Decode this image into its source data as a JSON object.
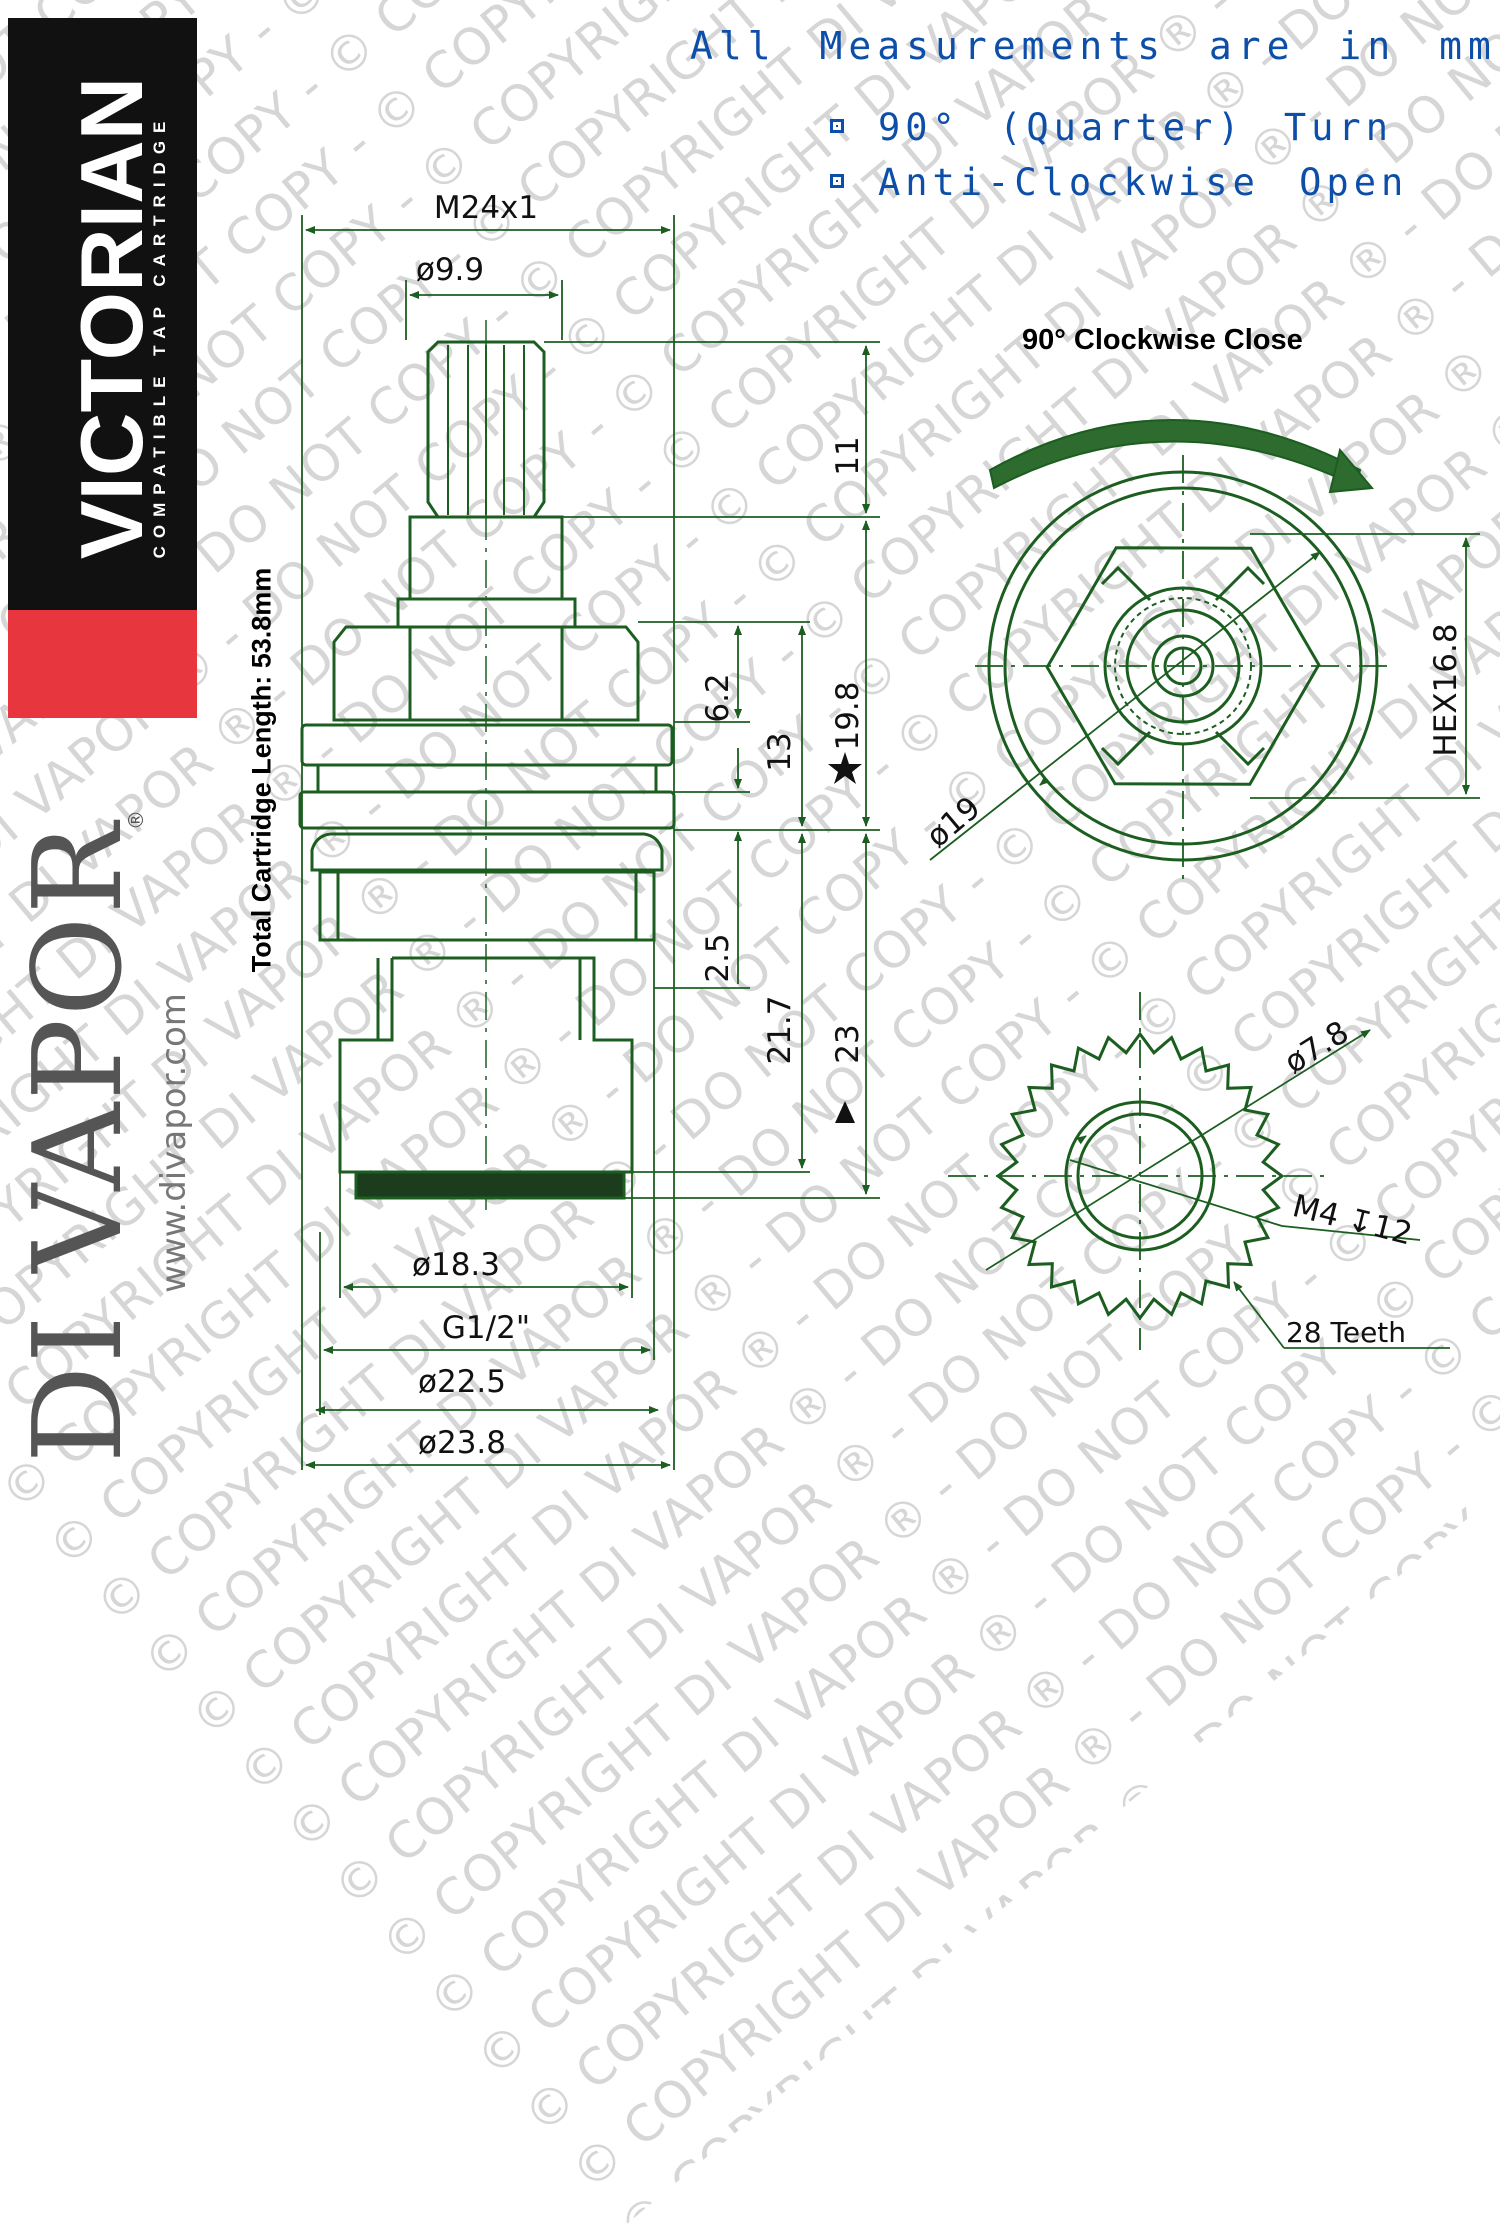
{
  "brand": {
    "name": "VICTORIAN",
    "tagline": "COMPATIBLE TAP CARTRIDGE",
    "logo_text": "DI VAPOR",
    "registered": "®",
    "website": "www.divapor.com",
    "watermark_text": "© COPYRIGHT DI VAPOR ® - DO NOT COPY - ",
    "colors": {
      "black": "#111111",
      "red": "#e8363f",
      "drawing": "#1b5e20",
      "notes": "#0d4fa8"
    }
  },
  "notes": {
    "header": "All Measurements are in mm",
    "bullets": [
      "90° (Quarter) Turn",
      "Anti-Clockwise Open"
    ]
  },
  "side_view": {
    "total_length_label": "Total Cartridge Length: 53.8mm",
    "dims": {
      "thread": "M24x1",
      "spindle_dia": "ø9.9",
      "spline_height": "11",
      "hex_height": "6.2",
      "mid_height": "13",
      "upper_total": "19.8",
      "groove": "2.5",
      "body_height": "21.7",
      "lower_total": "23",
      "base_dia": "ø18.3",
      "bsp_thread": "G1/2\"",
      "washer_dia": "ø22.5",
      "flange_dia": "ø23.8"
    }
  },
  "top_view": {
    "title": "90° Clockwise Close",
    "hex_label": "HEX16.8",
    "dia_label": "ø19"
  },
  "spline_view": {
    "dia_label": "ø7.8",
    "thread_label": "M4 ↧12",
    "teeth_label": "28 Teeth"
  }
}
